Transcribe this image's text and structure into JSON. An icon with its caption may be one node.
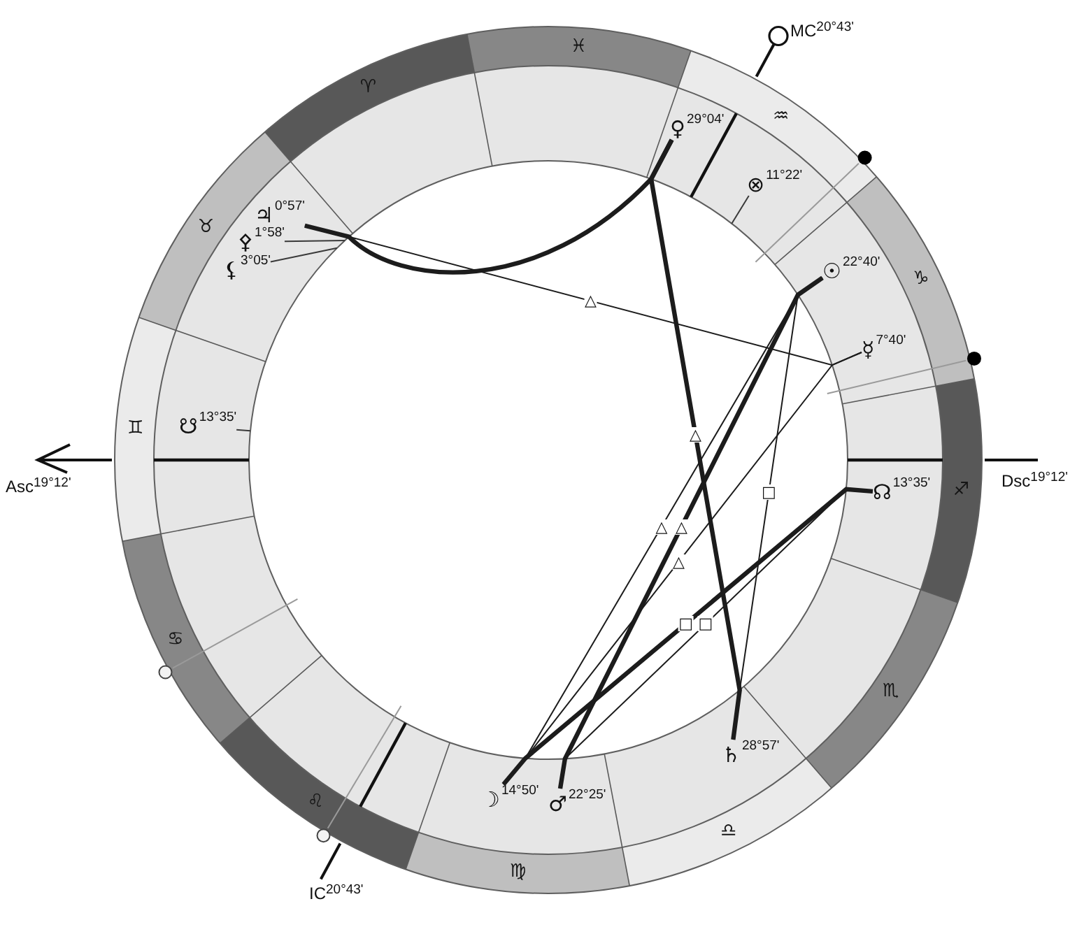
{
  "diagram": {
    "nodes": [
      {
        "text": [
          "♀",
          "29°04'"
        ]
      },
      {
        "text": [
          "♃",
          "0°57'"
        ]
      },
      {
        "text": [
          "⊗",
          "11°22'"
        ]
      },
      {
        "text": [
          "⚴",
          "1°58'"
        ]
      },
      {
        "text": [
          "⚸",
          "3°05'"
        ]
      },
      {
        "text": [
          "☉",
          "22°40'"
        ]
      },
      {
        "text": [
          "☿",
          "7°40'"
        ]
      },
      {
        "text": [
          "☋",
          "13°35'"
        ]
      },
      {
        "text": [
          "☊",
          "13°35'"
        ]
      },
      {
        "text": [
          "♄",
          "28°57'"
        ]
      },
      {
        "text": [
          "☽",
          "14°50'"
        ]
      },
      {
        "text": [
          "♂",
          "22°25'"
        ]
      }
    ],
    "edges": [
      {
        "from": 1,
        "to": 6,
        "arrow": "none",
        "label": "△"
      },
      {
        "from": 1,
        "to": 0,
        "arrow": "none",
        "style": "thick"
      },
      {
        "from": 0,
        "to": 9,
        "arrow": "none",
        "label": "△",
        "style": "thick"
      },
      {
        "from": 5,
        "to": 9,
        "arrow": "none",
        "label": "□"
      },
      {
        "from": 5,
        "to": 10,
        "arrow": "none",
        "label": "△"
      },
      {
        "from": 5,
        "to": 11,
        "arrow": "none",
        "label": "△",
        "style": "thick"
      },
      {
        "from": 6,
        "to": 10,
        "arrow": "none",
        "label": "△"
      },
      {
        "from": 10,
        "to": 8,
        "arrow": "none",
        "label": "□",
        "style": "thick"
      },
      {
        "from": 11,
        "to": 8,
        "arrow": "none",
        "label": "□"
      },
      {
        "from": 2,
        "to": null,
        "arrow": "none"
      },
      {
        "from": 3,
        "to": null,
        "arrow": "none"
      },
      {
        "from": 4,
        "to": null,
        "arrow": "none"
      },
      {
        "from": 7,
        "to": null,
        "arrow": "none"
      }
    ],
    "labels": [
      "MC$^{20°43'}$",
      "♓",
      "♈",
      "♒",
      "♉",
      "♑",
      "♊",
      "Asc$^{19°12'}$",
      "♐",
      "Dsc$^{19°12'}$",
      "♋",
      "♏",
      "♌",
      "♎",
      "♍",
      "IC$^{20°43'}$"
    ]
  }
}
